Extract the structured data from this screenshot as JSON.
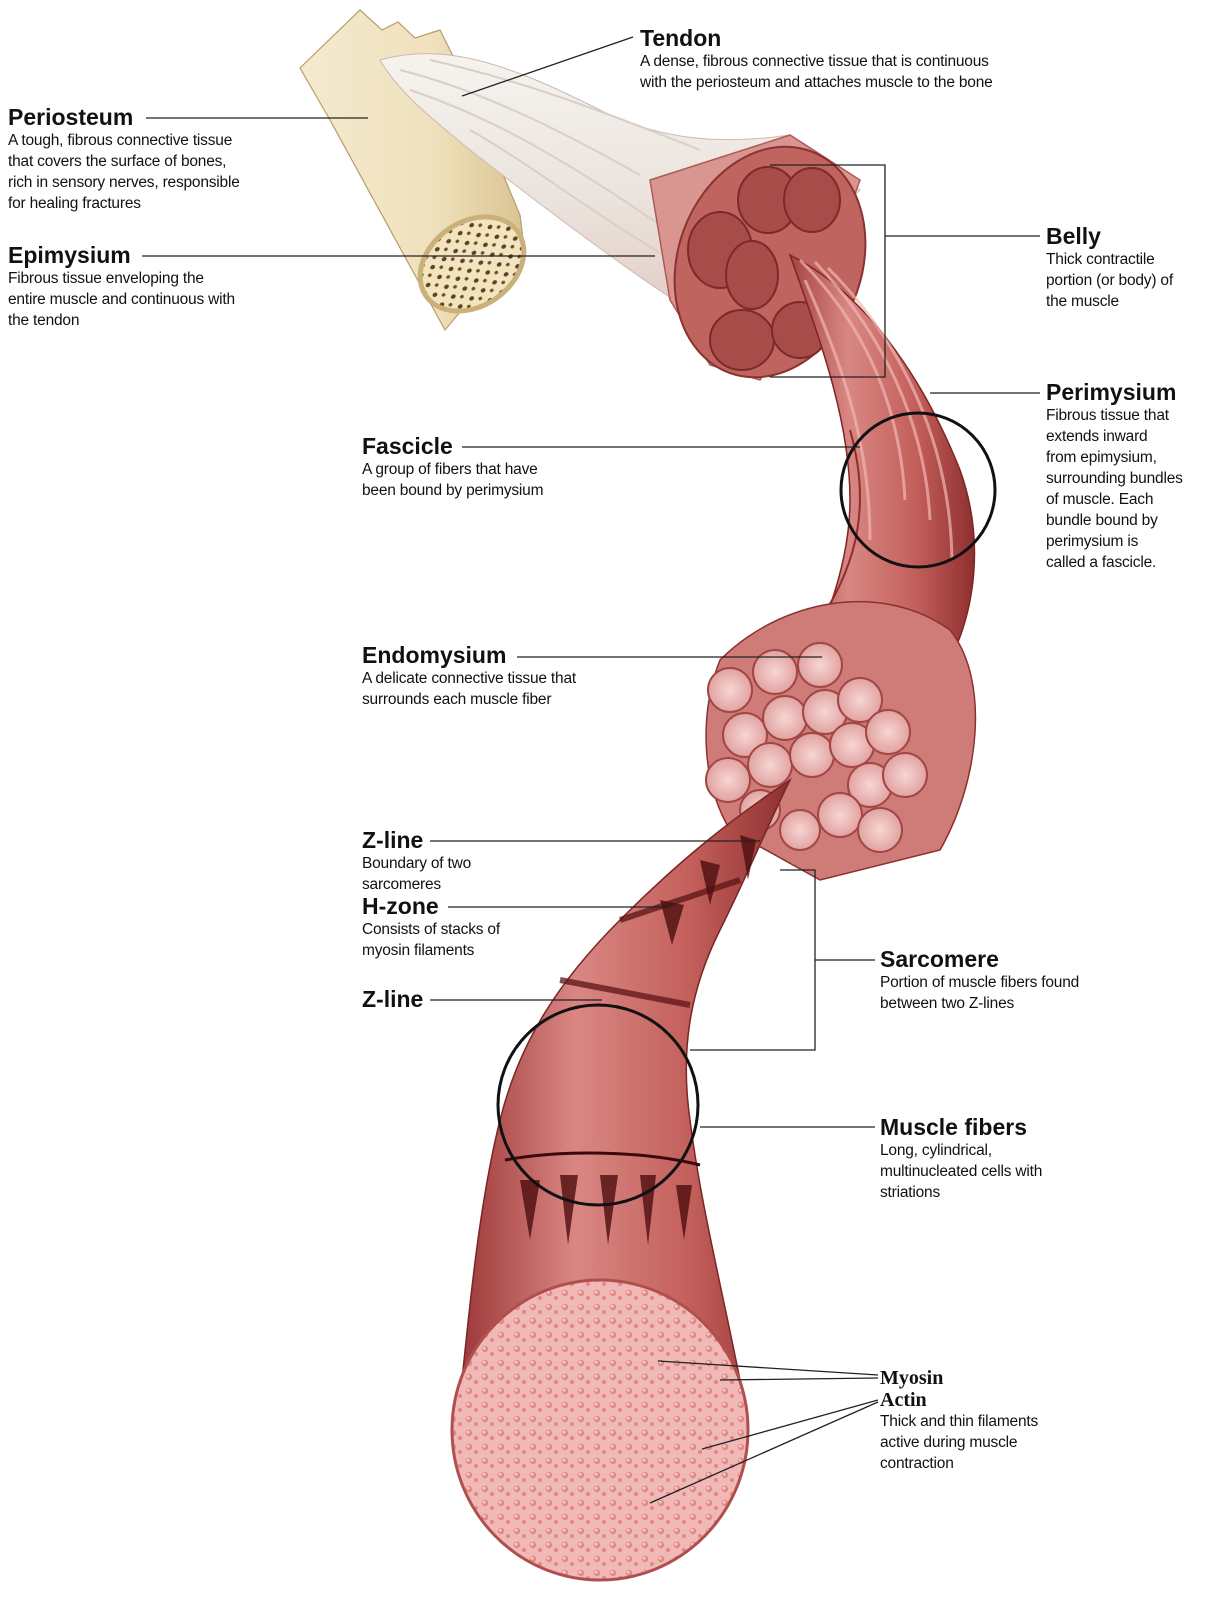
{
  "labels": {
    "tendon": {
      "title": "Tendon",
      "desc": [
        "A dense, fibrous connective tissue that is continuous",
        "with the periosteum and attaches muscle to the bone"
      ]
    },
    "periosteum": {
      "title": "Periosteum",
      "desc": [
        "A tough, fibrous connective tissue",
        "that covers the surface of bones,",
        "rich in sensory nerves, responsible",
        "for healing fractures"
      ]
    },
    "epimysium": {
      "title": "Epimysium",
      "desc": [
        "Fibrous tissue enveloping the",
        "entire muscle and continuous with",
        "the tendon"
      ]
    },
    "belly": {
      "title": "Belly",
      "desc": [
        "Thick contractile",
        "portion (or body) of",
        "the muscle"
      ]
    },
    "perimysium": {
      "title": "Perimysium",
      "desc": [
        "Fibrous tissue that",
        "extends inward",
        "from epimysium,",
        "surrounding bundles",
        "of muscle. Each",
        "bundle bound by",
        "perimysium is",
        "called a fascicle."
      ]
    },
    "fascicle": {
      "title": "Fascicle",
      "desc": [
        "A group of fibers that have",
        "been bound by perimysium"
      ]
    },
    "endomysium": {
      "title": "Endomysium",
      "desc": [
        "A delicate connective tissue that",
        "surrounds each muscle fiber"
      ]
    },
    "zline1": {
      "title": "Z-line",
      "desc": [
        "Boundary of two",
        "sarcomeres"
      ]
    },
    "hzone": {
      "title": "H-zone",
      "desc": [
        "Consists of stacks of",
        "myosin filaments"
      ]
    },
    "zline2": {
      "title": "Z-line"
    },
    "sarcomere": {
      "title": "Sarcomere",
      "desc": [
        "Portion of muscle fibers found",
        "between two Z-lines"
      ]
    },
    "musclefibers": {
      "title": "Muscle fibers",
      "desc": [
        "Long, cylindrical,",
        "multinucleated cells with",
        "striations"
      ]
    },
    "myosin": {
      "title": "Myosin"
    },
    "actin": {
      "title": "Actin",
      "desc": [
        "Thick and thin filaments",
        "active during muscle",
        "contraction"
      ]
    }
  },
  "colors": {
    "muscle": "#b8514e",
    "muscle_dark": "#7e2323",
    "muscle_light": "#e7a3a0",
    "tendon": "#ece8e2",
    "bone": "#efe3c2",
    "bone_marrow": "#caa970"
  }
}
